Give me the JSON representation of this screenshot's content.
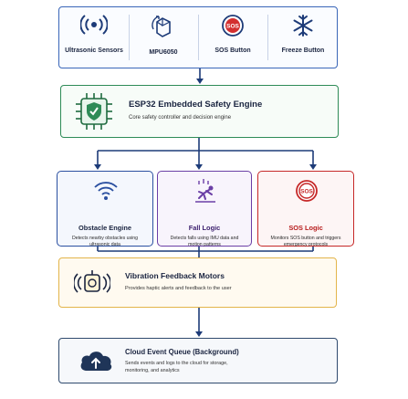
{
  "sensors": [
    {
      "label": "Ultrasonic Sensors",
      "icon": "ultrasonic-icon"
    },
    {
      "label": "MPU6050",
      "icon": "mpu6050-icon"
    },
    {
      "label": "SOS Button",
      "icon": "sos-icon"
    },
    {
      "label": "Freeze Button",
      "icon": "snowflake-icon"
    }
  ],
  "sos_badge": "SOS",
  "engine": {
    "title": "ESP32 Embedded Safety Engine",
    "subtitle": "Core safety controller and decision engine",
    "icon": "shield-chip-icon"
  },
  "subsystems": [
    {
      "title": "Obstacle Engine",
      "desc": "Detects nearby obstacles using ultrasonic data",
      "color": "#2a4fa0",
      "icon": "wifi-signal-icon"
    },
    {
      "title": "Fall Logic",
      "desc": "Detects falls using IMU data and motion patterns",
      "color": "#6b3fa6",
      "icon": "falling-person-icon"
    },
    {
      "title": "SOS Logic",
      "desc": "Monitors SOS button and triggers emergency protocols",
      "color": "#c62828",
      "icon": "sos-icon"
    }
  ],
  "vibration": {
    "title": "Vibration Feedback Motors",
    "desc": "Provides haptic alerts and feedback to the user",
    "icon": "vibration-motor-icon"
  },
  "cloud": {
    "title": "Cloud Event Queue (Background)",
    "desc": "Sends events and logs to the cloud for storage, monitoring, and analytics",
    "icon": "cloud-upload-icon"
  },
  "colors": {
    "blue": "#3a66b8",
    "green": "#2e8b57",
    "purple": "#6b3fa6",
    "red": "#c62828",
    "amber": "#e3b54a",
    "navy": "#2f4a6e"
  }
}
